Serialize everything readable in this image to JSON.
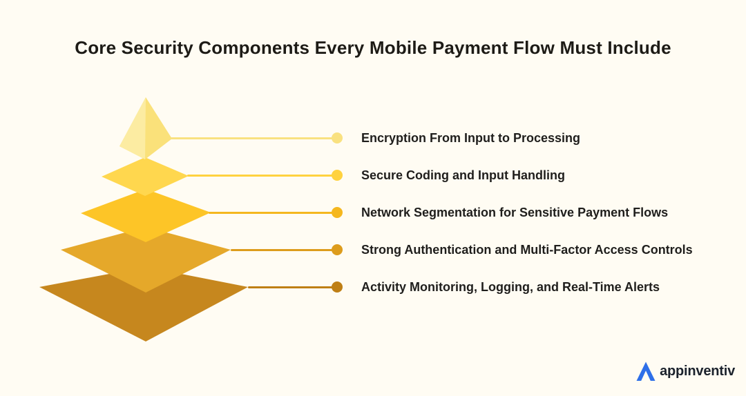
{
  "page": {
    "background": "#FFFCF3"
  },
  "title": "Core Security Components Every Mobile Payment Flow Must Include",
  "pyramid": {
    "type": "pyramid-5-levels",
    "levels": [
      {
        "rank": 1,
        "label": "Encryption From Input to Processing",
        "fill": "#FAE17A",
        "fill_light": "#FCECA2",
        "line_color": "#F9E180"
      },
      {
        "rank": 2,
        "label": "Secure Coding and Input Handling",
        "fill": "#FFD74E",
        "line_color": "#FFD23F"
      },
      {
        "rank": 3,
        "label": "Network Segmentation for Sensitive Payment Flows",
        "fill": "#FDC527",
        "line_color": "#F5B71E"
      },
      {
        "rank": 4,
        "label": "Strong Authentication and Multi-Factor Access Controls",
        "fill": "#E5A82A",
        "line_color": "#DD9C1C"
      },
      {
        "rank": 5,
        "label": "Activity Monitoring, Logging, and Real-Time Alerts",
        "fill": "#C6871E",
        "line_color": "#BF7F15"
      }
    ]
  },
  "logo": {
    "brand": "appinventiv",
    "icon_color": "#2E6FE8",
    "text_color": "#1B222C"
  }
}
